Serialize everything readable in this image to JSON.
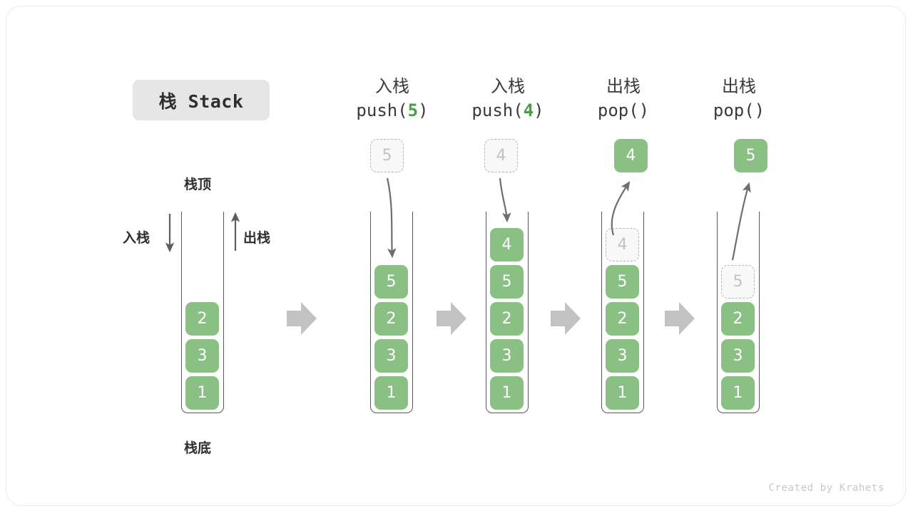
{
  "title": {
    "badge": "栈 Stack"
  },
  "legend": {
    "top_label": "栈顶",
    "bottom_label": "栈底",
    "push_label": "入栈",
    "pop_label": "出栈"
  },
  "colors": {
    "node_green": "#8bc084",
    "ghost_fill": "#f8f8f8",
    "ghost_border": "#b6b6b6",
    "frame_stroke": "#585858",
    "arrow_gray": "#b7b7b7",
    "curve_stroke": "#6e6e6e",
    "badge_bg": "#e6e6e6",
    "accent_text": "#4f9a4a"
  },
  "steps": [
    {
      "id": "initial",
      "header_cn": "",
      "header_code": "",
      "header_arg": "",
      "stack": [
        "2",
        "3",
        "1"
      ],
      "incoming": null,
      "popped": null,
      "ghost_in_stack": null
    },
    {
      "id": "push-5",
      "header_cn": "入栈",
      "header_code_prefix": "push(",
      "header_arg": "5",
      "header_code_suffix": ")",
      "stack": [
        "5",
        "2",
        "3",
        "1"
      ],
      "incoming": "5",
      "popped": null,
      "ghost_in_stack": null
    },
    {
      "id": "push-4",
      "header_cn": "入栈",
      "header_code_prefix": "push(",
      "header_arg": "4",
      "header_code_suffix": ")",
      "stack": [
        "4",
        "5",
        "2",
        "3",
        "1"
      ],
      "incoming": "4",
      "popped": null,
      "ghost_in_stack": null
    },
    {
      "id": "pop-4",
      "header_cn": "出栈",
      "header_code_prefix": "pop(",
      "header_arg": "",
      "header_code_suffix": ")",
      "stack": [
        "5",
        "2",
        "3",
        "1"
      ],
      "incoming": null,
      "popped": "4",
      "ghost_in_stack": "4"
    },
    {
      "id": "pop-5",
      "header_cn": "出栈",
      "header_code_prefix": "pop(",
      "header_arg": "",
      "header_code_suffix": ")",
      "stack": [
        "2",
        "3",
        "1"
      ],
      "incoming": null,
      "popped": "5",
      "ghost_in_stack": "5"
    }
  ],
  "transition_arrows": 4,
  "footer": {
    "credit": "Created by Krahets"
  }
}
